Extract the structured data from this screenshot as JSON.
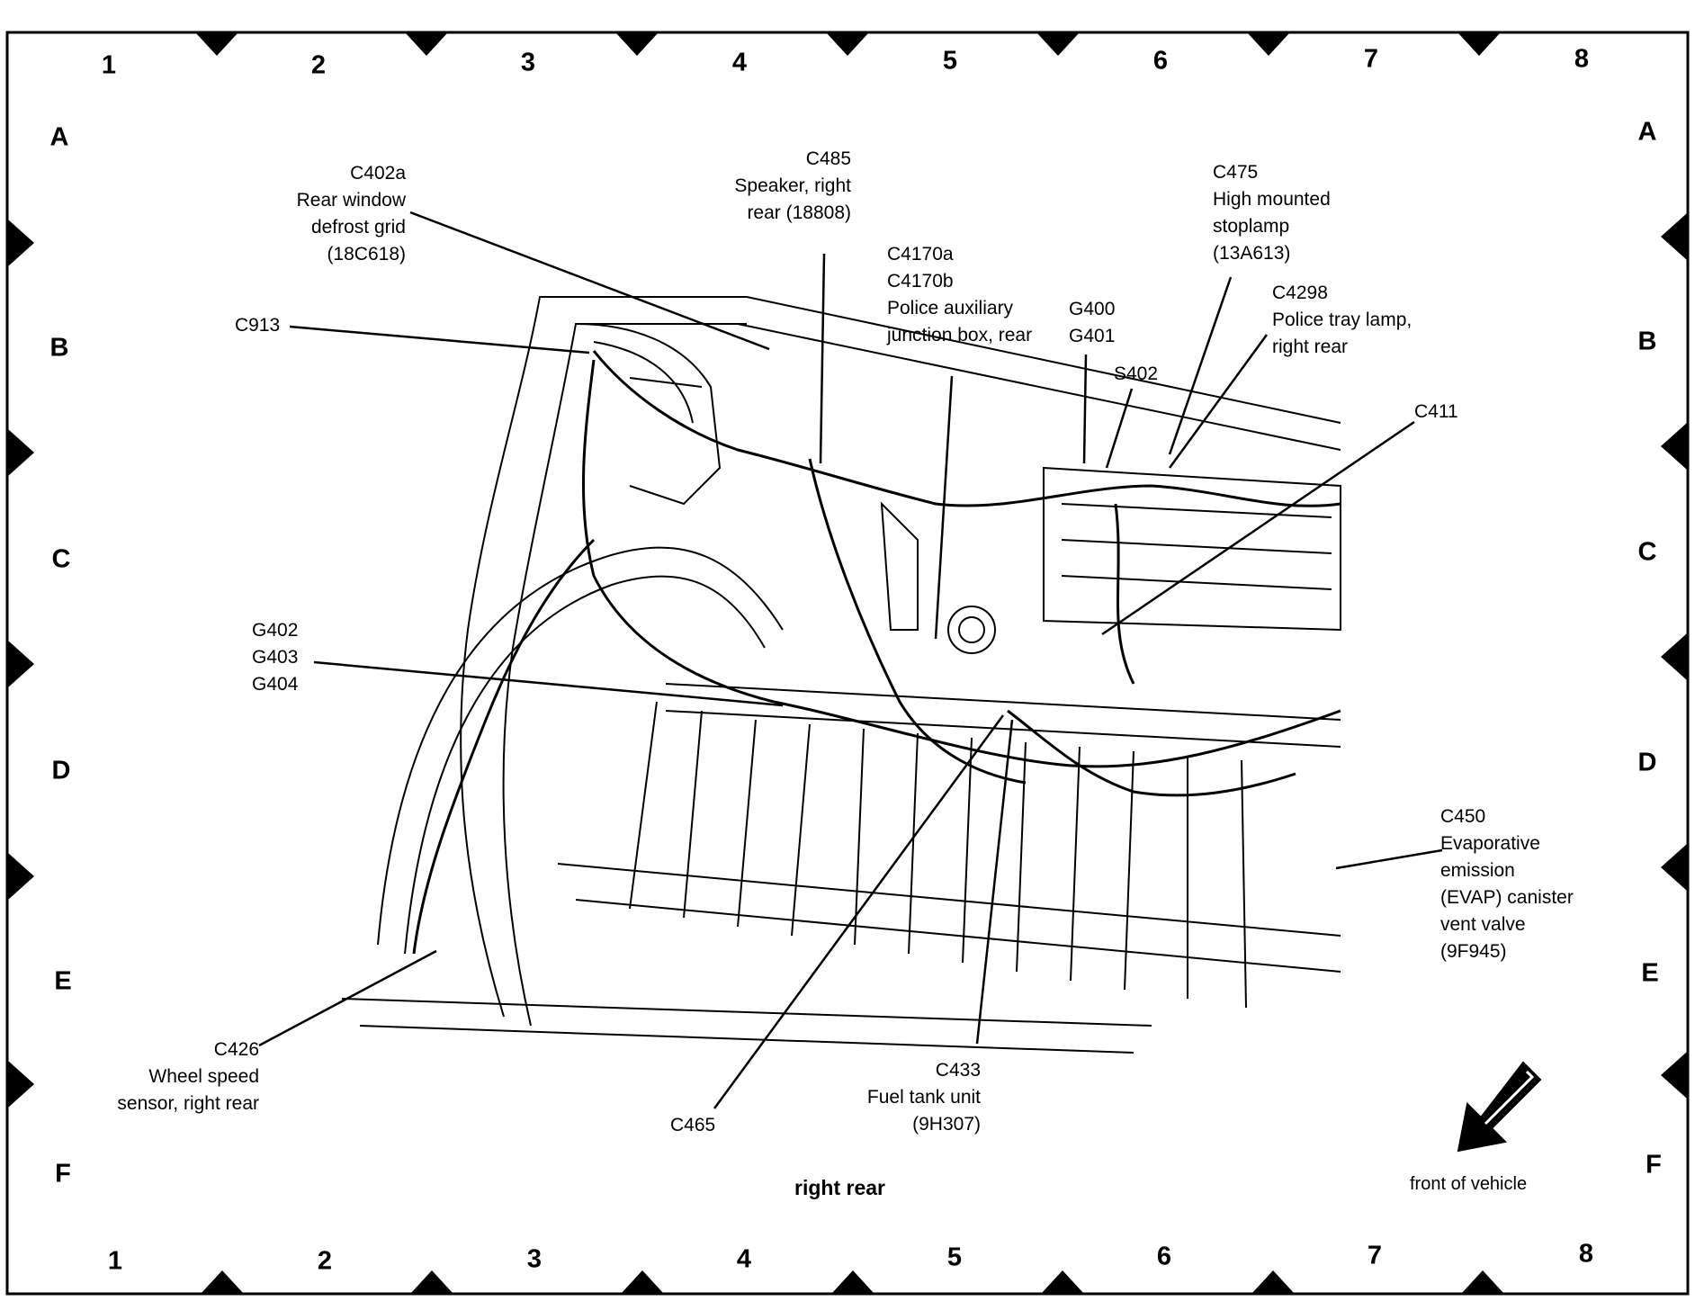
{
  "grid": {
    "columns": [
      "1",
      "2",
      "3",
      "4",
      "5",
      "6",
      "7",
      "8"
    ],
    "rows": [
      "A",
      "B",
      "C",
      "D",
      "E",
      "F"
    ]
  },
  "callouts": {
    "c402a": [
      "C402a",
      "Rear window",
      "defrost grid",
      "(18C618)"
    ],
    "c485": [
      "C485",
      "Speaker, right",
      "rear (18808)"
    ],
    "c4170": [
      "C4170a",
      "C4170b",
      "Police auxiliary",
      "junction box, rear"
    ],
    "c475": [
      "C475",
      "High mounted",
      "stoplamp",
      "(13A613)"
    ],
    "c913": [
      "C913"
    ],
    "g400": [
      "G400",
      "G401"
    ],
    "s402": [
      "S402"
    ],
    "c4298": [
      "C4298",
      "Police tray lamp,",
      "right rear"
    ],
    "c411": [
      "C411"
    ],
    "g402": [
      "G402",
      "G403",
      "G404"
    ],
    "c450": [
      "C450",
      "Evaporative",
      "emission",
      "(EVAP) canister",
      "vent valve",
      "(9F945)"
    ],
    "c426": [
      "C426",
      "Wheel speed",
      "sensor, right rear"
    ],
    "c465": [
      "C465"
    ],
    "c433": [
      "C433",
      "Fuel tank unit",
      "(9H307)"
    ]
  },
  "caption": "right rear",
  "orientation": "front of vehicle"
}
